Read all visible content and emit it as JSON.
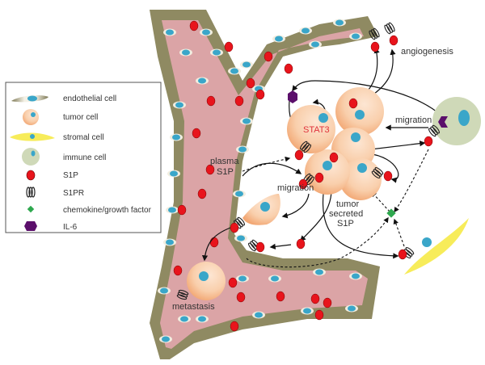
{
  "legend": {
    "items": [
      {
        "key": "endothelial",
        "label": "endothelial cell",
        "icon": "endothelial-cell-icon"
      },
      {
        "key": "tumor",
        "label": "tumor cell",
        "icon": "tumor-cell-icon"
      },
      {
        "key": "stromal",
        "label": "stromal cell",
        "icon": "stromal-cell-icon"
      },
      {
        "key": "immune",
        "label": "immune cell",
        "icon": "immune-cell-icon"
      },
      {
        "key": "s1p",
        "label": "S1P",
        "icon": "s1p-molecule-icon"
      },
      {
        "key": "s1pr",
        "label": "S1PR",
        "icon": "s1p-receptor-icon"
      },
      {
        "key": "chemokine",
        "label": "chemokine/growth factor",
        "icon": "chemokine-diamond-icon"
      },
      {
        "key": "il6",
        "label": "IL-6",
        "icon": "il6-hexagon-icon"
      }
    ]
  },
  "labels": {
    "angiogenesis": "angiogenesis",
    "migration_immune": "migration",
    "stat3": "STAT3",
    "plasma_s1p_1": "plasma",
    "plasma_s1p_2": "S1P",
    "migration_center": "migration",
    "tumor_secreted_1": "tumor",
    "tumor_secreted_2": "secreted",
    "tumor_secreted_3": "S1P",
    "metastasis": "metastasis"
  },
  "colors": {
    "vessel": "#dba4a6",
    "vessel_wall": "#8f8a62",
    "nucleus": "#3aa6c9",
    "s1p": "#e8141c",
    "tumor": "#f8c9a5",
    "immune": "#cfd9b8",
    "stromal": "#f7ec5a",
    "chemokine": "#2ea84e",
    "il6": "#5b0f6b",
    "stat3_text": "#e0323c"
  }
}
